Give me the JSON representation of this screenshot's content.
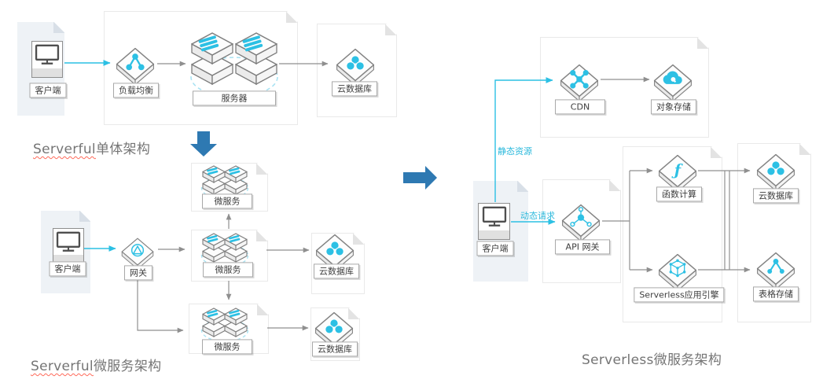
{
  "sections": {
    "serverful_mono": {
      "title_prefix": "Serverful",
      "title_suffix": "单体架构"
    },
    "serverful_micro": {
      "title_prefix": "Serverful",
      "title_suffix": "微服务架构"
    },
    "serverless_micro": {
      "title_prefix": "Serverless",
      "title_suffix": "微服务架构"
    }
  },
  "node_labels": {
    "client": "客户端",
    "load_balancer": "负载均衡",
    "server": "服务器",
    "cloud_db": "云数据库",
    "gateway": "网关",
    "microservice": "微服务",
    "cdn": "CDN",
    "object_storage": "对象存储",
    "api_gateway": "API 网关",
    "function_compute": "函数计算",
    "serverless_app_engine": "Serverless应用引擎",
    "table_store": "表格存储"
  },
  "edge_labels": {
    "static_resource": "静态资源",
    "dynamic_request": "动态请求"
  },
  "icons": {
    "client": "monitor-icon",
    "load_balancer": "share-nodes-icon",
    "server": "server-stack-icon",
    "cloud_db": "db-cluster-icon",
    "gateway": "circle-triangle-icon",
    "microservice": "micro-stack-icon",
    "cdn": "network-x-icon",
    "object_storage": "cloud-icon",
    "api_gateway": "hub-spokes-icon",
    "function_compute": "function-icon",
    "serverless_app_engine": "cube-wireframe-icon",
    "table_store": "node-tree-icon"
  },
  "colors": {
    "accent_cyan": "#2cc0e4",
    "flow_arrow_blue": "#2e79b2",
    "wire_gray": "#8f8f8f",
    "panel_bg": "#eef2f6",
    "title_text": "#757575",
    "misspell_underline": "#ff6a5a"
  }
}
